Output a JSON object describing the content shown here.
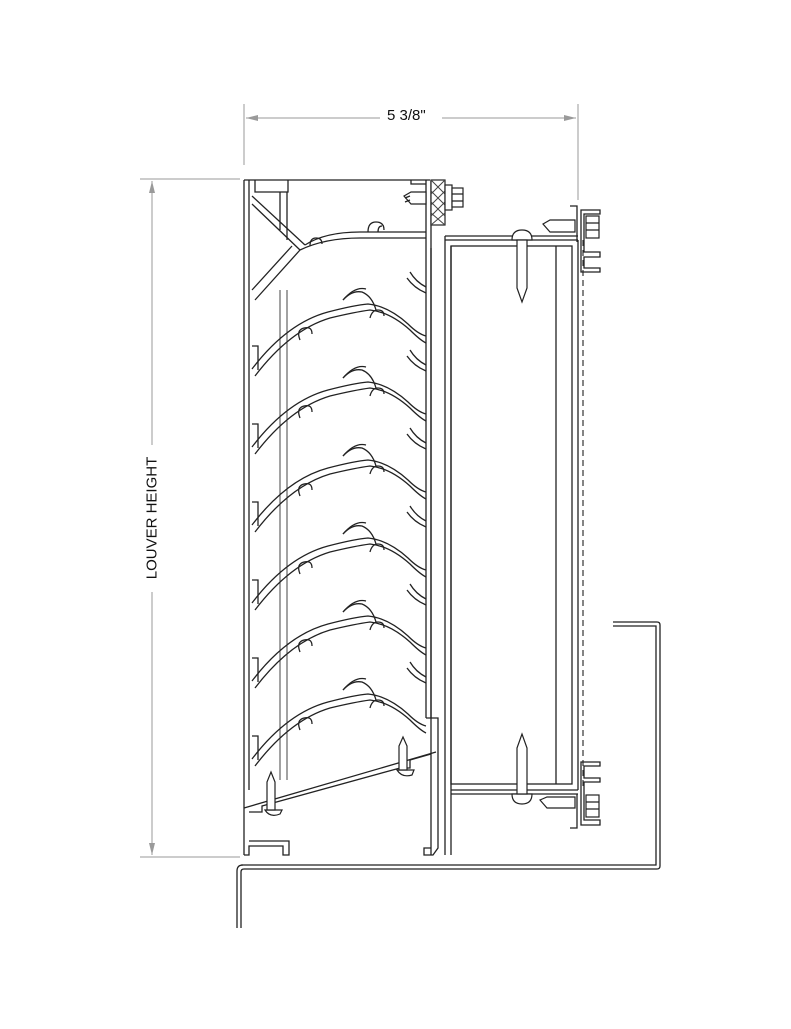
{
  "drawing": {
    "type": "louver-sill-section",
    "dimensions": {
      "width_label": "5 3/8\"",
      "height_label": "LOUVER HEIGHT"
    },
    "blade_count": 6,
    "colors": {
      "line": "#222222",
      "dimension_line": "#9a9a9a",
      "background": "#ffffff"
    }
  }
}
